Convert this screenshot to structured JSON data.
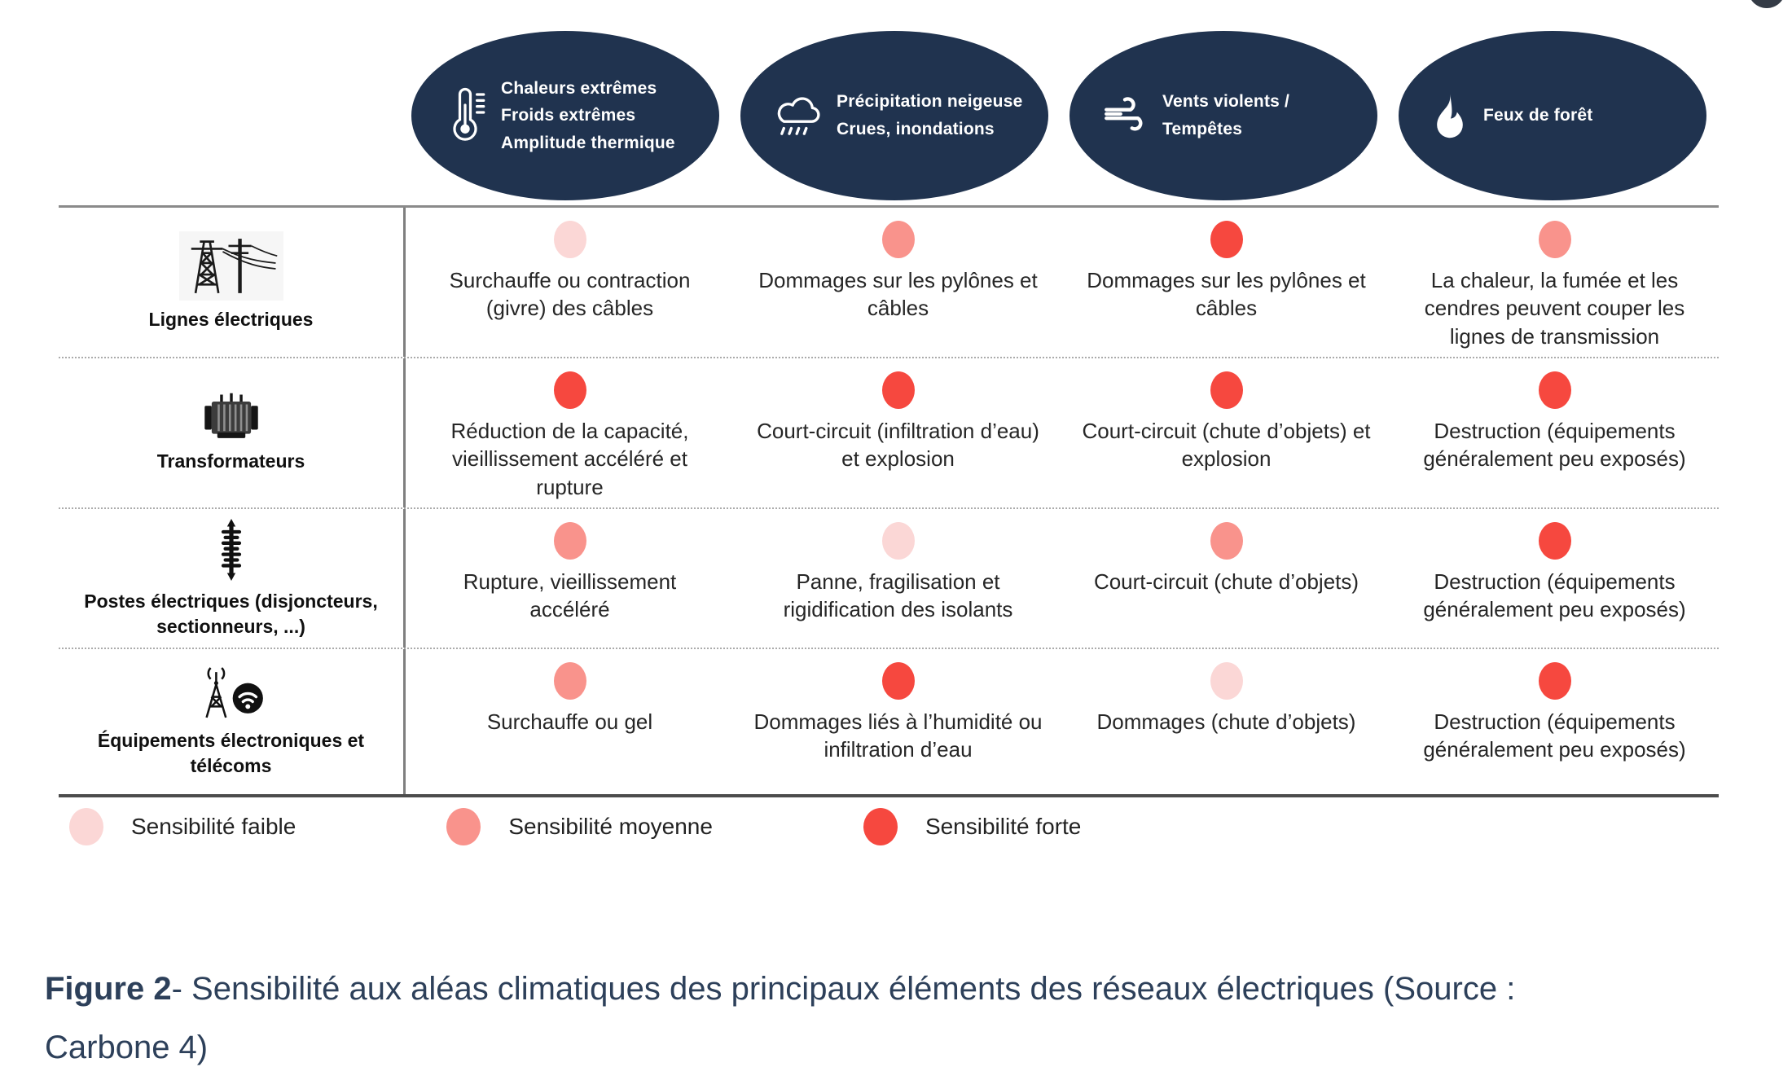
{
  "theme": {
    "hazard_ellipse_color": "#20334f",
    "corner_dot_color": "#343b46",
    "caption_color": "#2d405a",
    "sensitivity_colors": {
      "low": "#fbd7d6",
      "medium": "#f9938c",
      "high": "#f6483f"
    }
  },
  "hazards": [
    {
      "icon": "thermometer-icon",
      "label": "Chaleurs extrêmes\nFroids extrêmes\nAmplitude thermique"
    },
    {
      "icon": "rain-cloud-icon",
      "label": "Précipitation neigeuse\nCrues, inondations"
    },
    {
      "icon": "wind-icon",
      "label": "Vents violents /\nTempêtes"
    },
    {
      "icon": "fire-icon",
      "label": "Feux de forêt"
    }
  ],
  "table": {
    "rows": [
      {
        "icon": "power-lines-icon",
        "label": "Lignes électriques",
        "cells": [
          {
            "level": "low",
            "text": "Surchauffe ou contraction (givre) des câbles"
          },
          {
            "level": "medium",
            "text": "Dommages sur les pylônes et câbles"
          },
          {
            "level": "high",
            "text": "Dommages sur les pylônes et câbles"
          },
          {
            "level": "medium",
            "text": "La chaleur, la fumée et les cendres peuvent couper les lignes de transmission"
          }
        ]
      },
      {
        "icon": "transformer-icon",
        "label": "Transformateurs",
        "cells": [
          {
            "level": "high",
            "text": "Réduction de la capacité, vieillissement accéléré et rupture"
          },
          {
            "level": "high",
            "text": "Court-circuit (infiltration d’eau) et explosion"
          },
          {
            "level": "high",
            "text": "Court-circuit (chute d’objets) et explosion"
          },
          {
            "level": "high",
            "text": "Destruction (équipements généralement peu exposés)"
          }
        ]
      },
      {
        "icon": "insulator-icon",
        "label": "Postes électriques (disjoncteurs, sectionneurs, ...)",
        "cells": [
          {
            "level": "medium",
            "text": "Rupture, vieillissement accéléré"
          },
          {
            "level": "low",
            "text": "Panne, fragilisation et rigidification des isolants"
          },
          {
            "level": "medium",
            "text": "Court-circuit (chute d’objets)"
          },
          {
            "level": "high",
            "text": "Destruction (équipements généralement peu exposés)"
          }
        ]
      },
      {
        "icon": "antenna-icon",
        "label": "Équipements électroniques et télécoms",
        "cells": [
          {
            "level": "medium",
            "text": "Surchauffe ou gel"
          },
          {
            "level": "high",
            "text": "Dommages liés à l’humidité ou infiltration d’eau"
          },
          {
            "level": "low",
            "text": "Dommages (chute d’objets)"
          },
          {
            "level": "high",
            "text": "Destruction (équipements généralement peu exposés)"
          }
        ]
      }
    ]
  },
  "legend": [
    {
      "level": "low",
      "label": "Sensibilité faible"
    },
    {
      "level": "medium",
      "label": "Sensibilité moyenne"
    },
    {
      "level": "high",
      "label": "Sensibilité forte"
    }
  ],
  "caption": {
    "figure_label": "Figure 2",
    "line1_rest": "- Sensibilité aux aléas climatiques des principaux éléments des réseaux électriques (Source :",
    "line2": "Carbone 4)"
  }
}
